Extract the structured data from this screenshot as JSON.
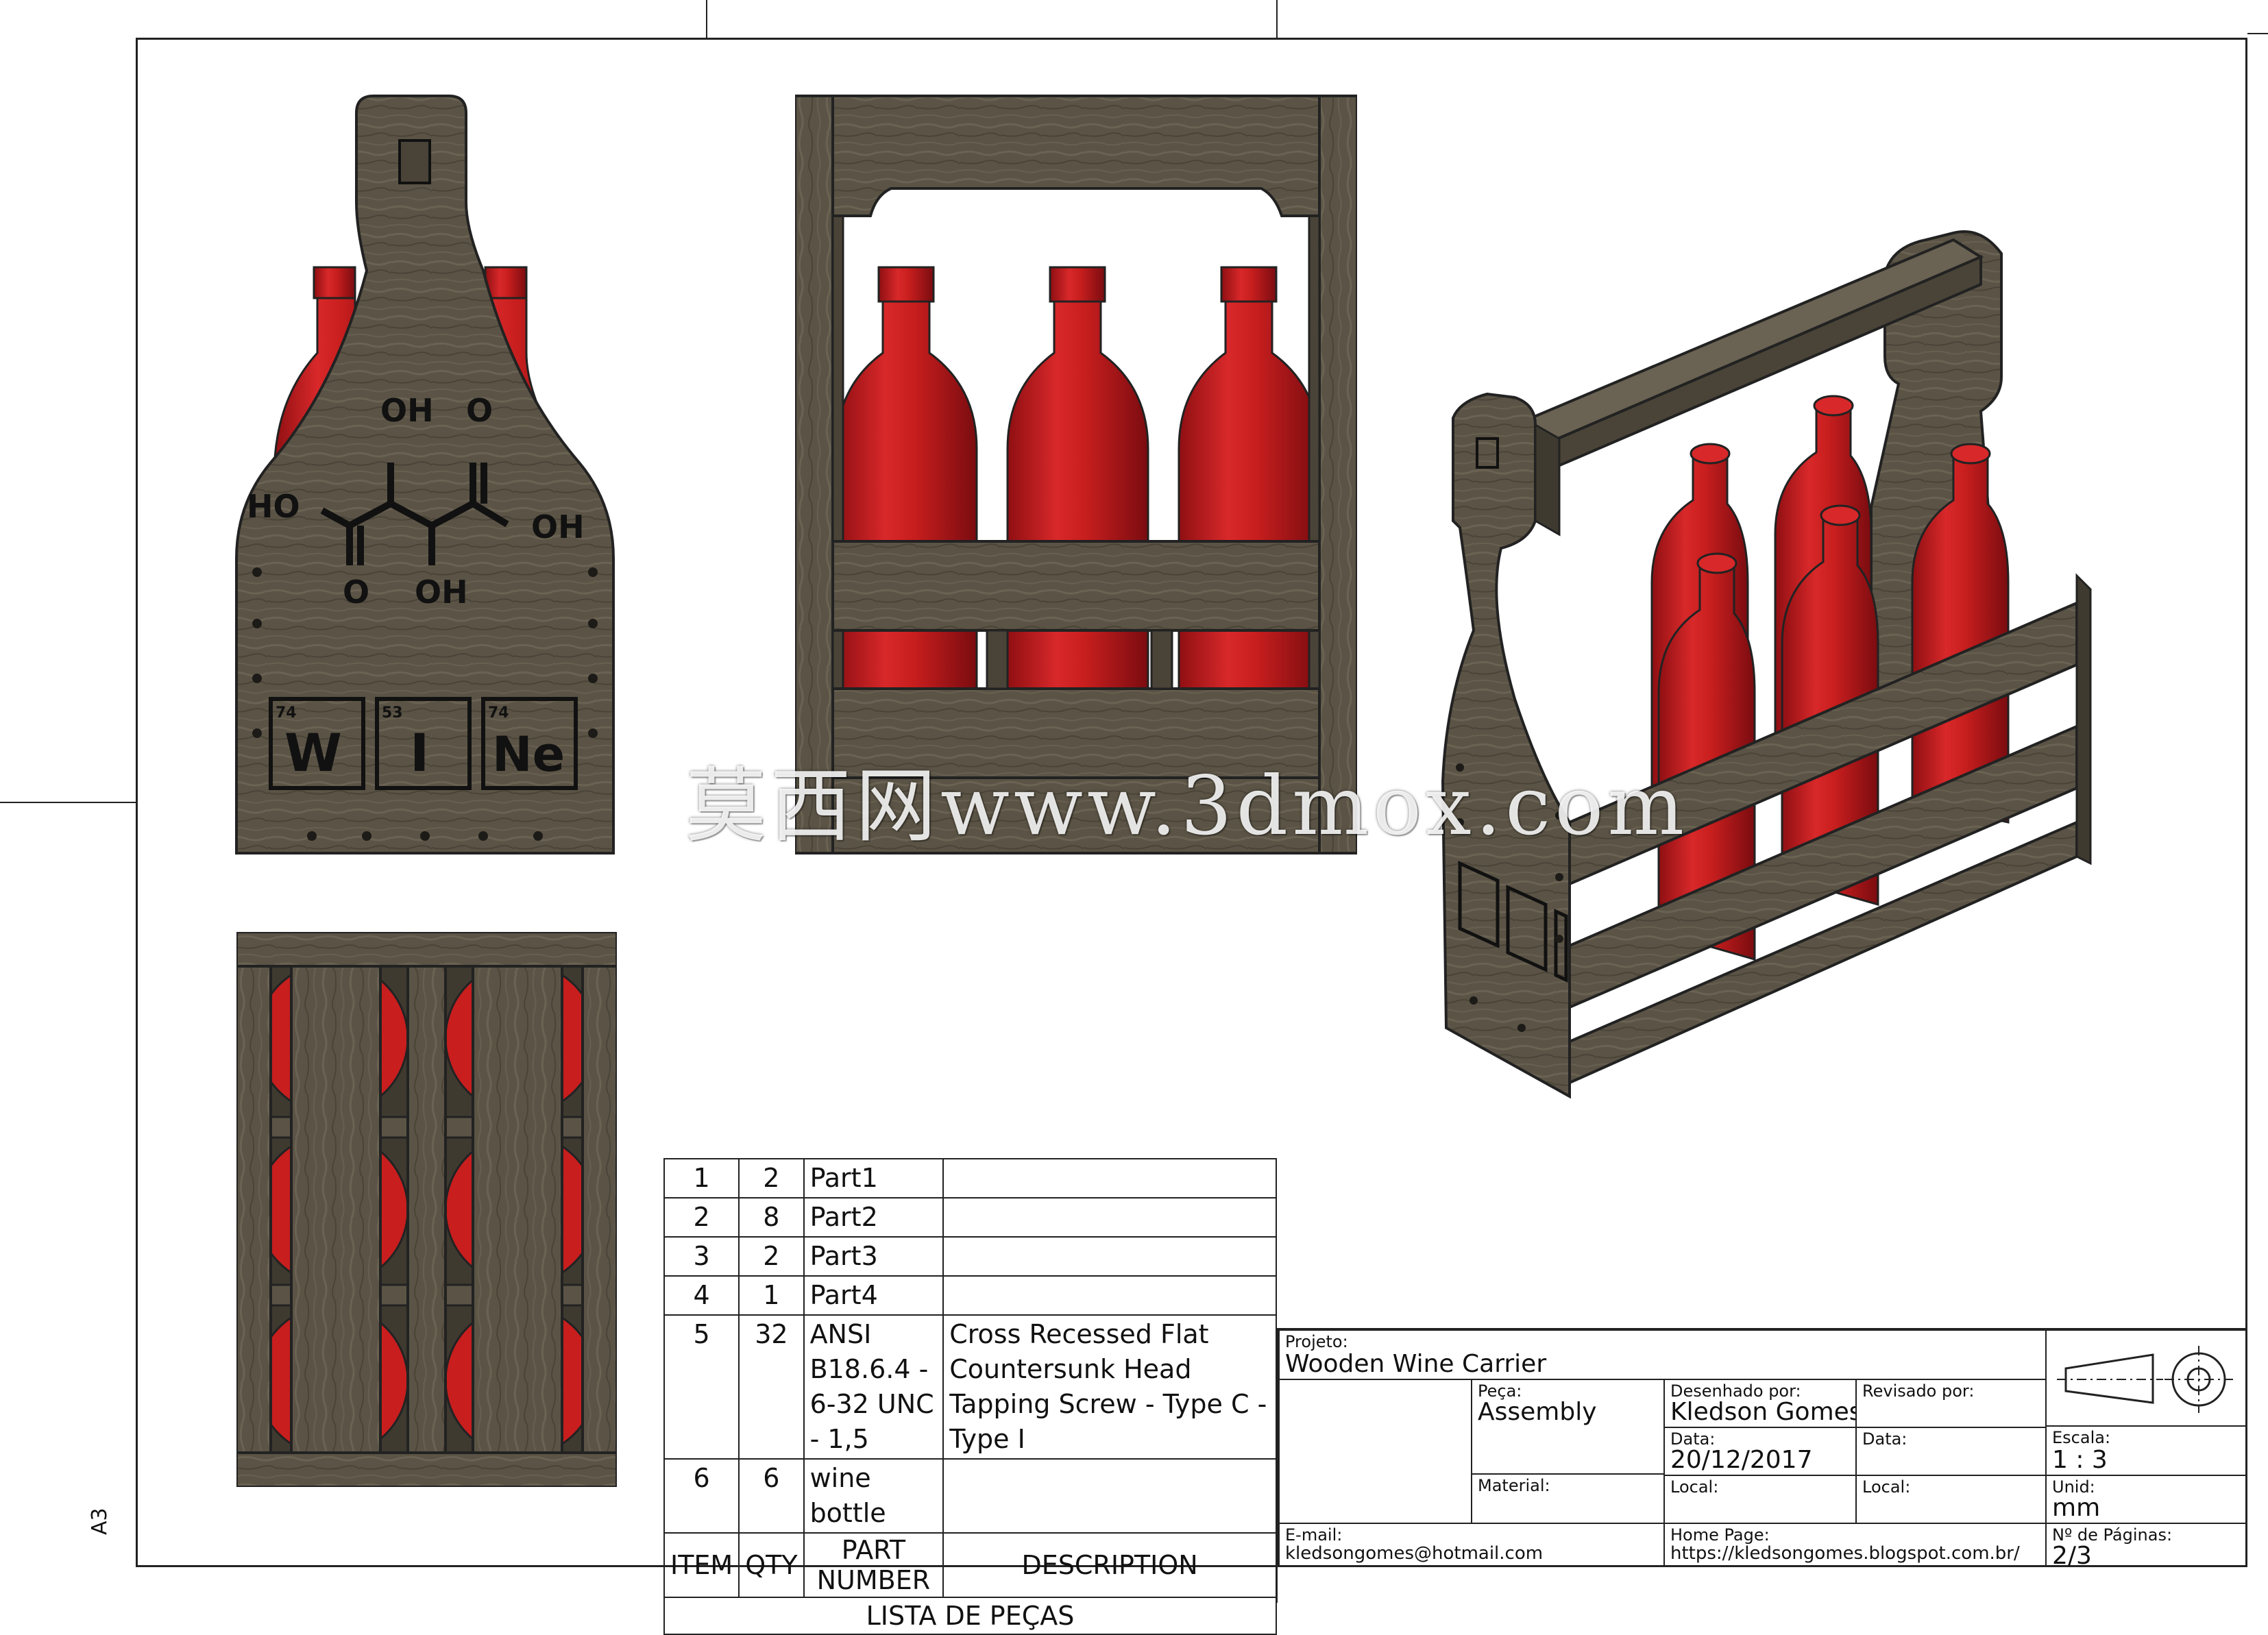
{
  "sheet": {
    "size": "A3"
  },
  "front_view": {
    "formula_labels": [
      "OH",
      "O",
      "HO",
      "OH",
      "O",
      "OH"
    ],
    "elements": [
      {
        "number": "74",
        "symbol": "W"
      },
      {
        "number": "53",
        "symbol": "I"
      },
      {
        "number": "74",
        "symbol": "Ne"
      }
    ]
  },
  "watermark": "莫西网www.3dmox.com",
  "parts_list": {
    "title": "LISTA DE PEÇAS",
    "headers": {
      "item": "ITEM",
      "qty": "QTY",
      "part_number": "PART NUMBER",
      "description": "DESCRIPTION"
    },
    "rows": [
      {
        "item": "1",
        "qty": "2",
        "part_number": "Part1",
        "description": ""
      },
      {
        "item": "2",
        "qty": "8",
        "part_number": "Part2",
        "description": ""
      },
      {
        "item": "3",
        "qty": "2",
        "part_number": "Part3",
        "description": ""
      },
      {
        "item": "4",
        "qty": "1",
        "part_number": "Part4",
        "description": ""
      },
      {
        "item": "5",
        "qty": "32",
        "part_number": "ANSI B18.6.4 - 6-32 UNC - 1,5",
        "description": "Cross Recessed Flat Countersunk Head Tapping Screw - Type C - Type I"
      },
      {
        "item": "6",
        "qty": "6",
        "part_number": "wine bottle",
        "description": ""
      }
    ]
  },
  "title_block": {
    "project_label": "Projeto:",
    "project": "Wooden Wine Carrier",
    "part_label": "Peça:",
    "part": "Assembly",
    "drawn_label": "Desenhado por:",
    "drawn": "Kledson Gomes",
    "reviewed_label": "Revisado por:",
    "date_label": "Data:",
    "date": "20/12/2017",
    "date2_label": "Data:",
    "scale_label": "Escala:",
    "scale": "1 : 3",
    "material_label": "Material:",
    "local_label": "Local:",
    "local2_label": "Local:",
    "unit_label": "Unid:",
    "unit": "mm",
    "email_label": "E-mail:",
    "email": "kledsongomes@hotmail.com",
    "home_label": "Home Page:",
    "home": "https://kledsongomes.blogspot.com.br/",
    "pages_label": "Nº de Páginas:",
    "pages": "2/3"
  },
  "colors": {
    "wood": "#5b5446",
    "wood_dark": "#3f3a30",
    "bottle": "#c81e1e",
    "bottle_dark": "#8f0f12",
    "line": "#222222"
  }
}
